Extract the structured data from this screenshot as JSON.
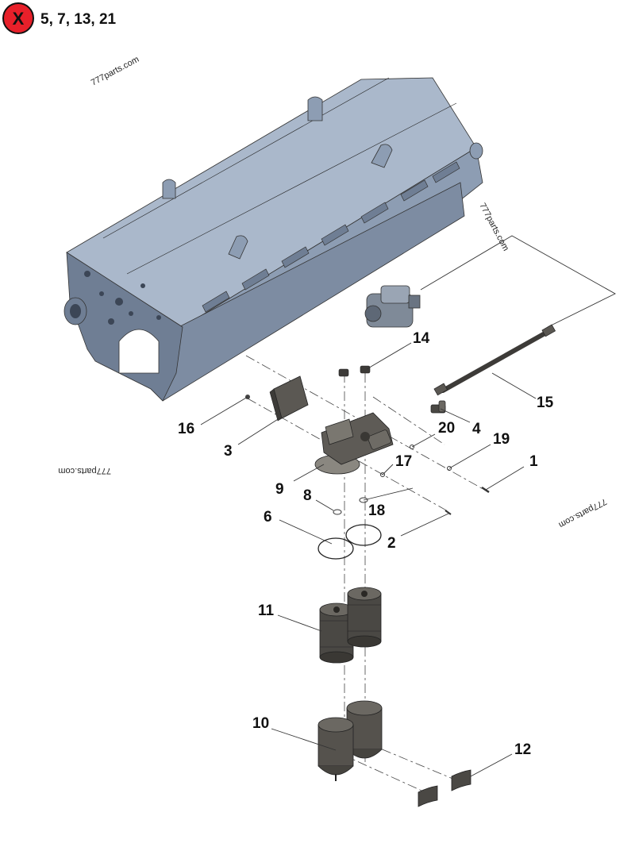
{
  "header": {
    "excluded_badge": "X",
    "excluded_items": "5, 7, 13, 21"
  },
  "watermarks": [
    "777parts.com",
    "777parts.com",
    "777parts.com",
    "777parts.com"
  ],
  "callouts": [
    "1",
    "2",
    "3",
    "4",
    "6",
    "8",
    "9",
    "10",
    "11",
    "12",
    "14",
    "15",
    "16",
    "17",
    "18",
    "19",
    "20"
  ],
  "colors": {
    "badge_fill": "#e8202a",
    "engine_block": "#8d9db3",
    "engine_block_dark": "#6f7e94",
    "engine_block_light": "#aab8cb",
    "part_dark": "#4a4844",
    "part_mid": "#6b6862"
  }
}
